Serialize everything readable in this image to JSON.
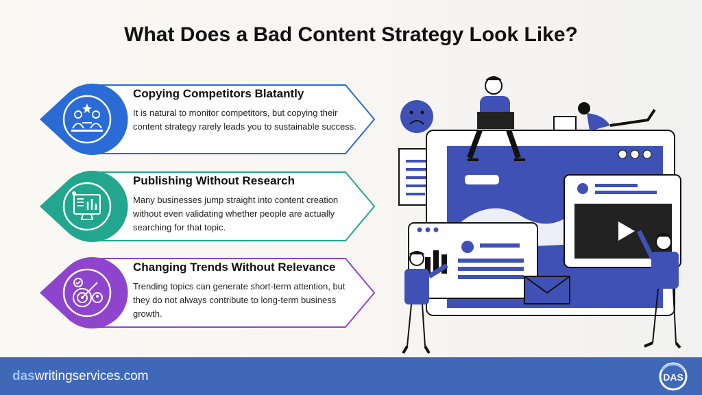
{
  "title": "What Does a Bad Content Strategy Look Like?",
  "cards": [
    {
      "heading": "Copying Competitors Blatantly",
      "body": "It is natural to monitor competitors, but copying their content strategy rarely leads you to sustainable success.",
      "icon": "competitors-icon",
      "color": "#2a6bd6"
    },
    {
      "heading": "Publishing Without Research",
      "body": "Many businesses jump straight into content creation without even validating whether people are actually searching for that topic.",
      "icon": "research-icon",
      "color": "#22a68d"
    },
    {
      "heading": "Changing Trends Without Relevance",
      "body": "Trending topics can generate short-term attention, but they do not always contribute to long-term business growth.",
      "icon": "target-icon",
      "color": "#8e44cc"
    }
  ],
  "footer": {
    "brand_prefix": "das",
    "brand_rest": "writingservices.com",
    "logo_text": "DAS"
  },
  "colors": {
    "footer_bg": "#4068b8",
    "illustration_blue": "#3f51b5"
  }
}
